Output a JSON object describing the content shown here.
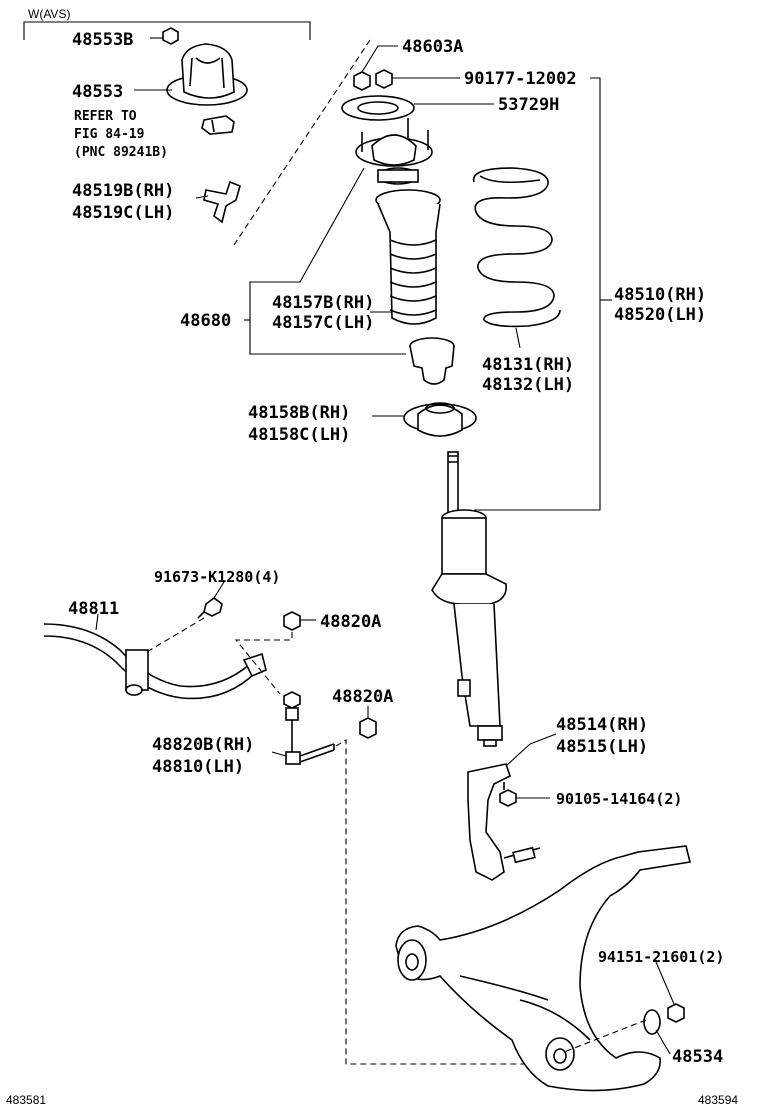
{
  "labels": {
    "group_avs": "W(AVS)",
    "p48553B": "48553B",
    "p48553": "48553",
    "refer1": "REFER TO",
    "refer2": "FIG 84-19",
    "refer3": "(PNC 89241B)",
    "p48519B": "48519B(RH)",
    "p48519C": "48519C(LH)",
    "p48603A": "48603A",
    "p90177": "90177-12002",
    "p53729H": "53729H",
    "p48680": "48680",
    "p48157B": "48157B(RH)",
    "p48157C": "48157C(LH)",
    "p48510": "48510(RH)",
    "p48520": "48520(LH)",
    "p48131": "48131(RH)",
    "p48132": "48132(LH)",
    "p48158B": "48158B(RH)",
    "p48158C": "48158C(LH)",
    "p91673": "91673-K1280(4)",
    "p48811": "48811",
    "p48820A_1": "48820A",
    "p48820A_2": "48820A",
    "p48820B": "48820B(RH)",
    "p48810": "48810(LH)",
    "p48514": "48514(RH)",
    "p48515": "48515(LH)",
    "p90105": "90105-14164(2)",
    "p94151": "94151-21601(2)",
    "p48534": "48534",
    "code_left": "483581",
    "code_right": "483594"
  }
}
